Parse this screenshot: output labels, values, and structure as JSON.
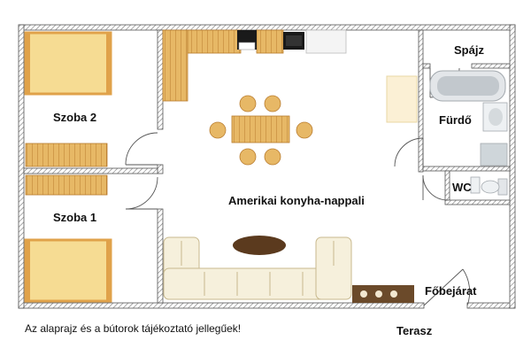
{
  "plan": {
    "rooms": {
      "szoba2": "Szoba 2",
      "szoba1": "Szoba 1",
      "nappali": "Amerikai konyha-nappali",
      "spajz": "Spájz",
      "furdo": "Fürdő",
      "wc": "WC",
      "fobejarat": "Főbejárat"
    },
    "terrace": "Terasz",
    "disclaimer": "Az alaprajz és a bútorok tájékoztató jellegűek!"
  },
  "colors": {
    "wall": "#6e6e6e",
    "bed": "#f6dc93",
    "bed_frame": "#e0a24a",
    "wood": "#d9a84c",
    "sofa": "#f6f0dc",
    "coffee_table": "#5b3a1e",
    "tile": "#cfd6da"
  }
}
